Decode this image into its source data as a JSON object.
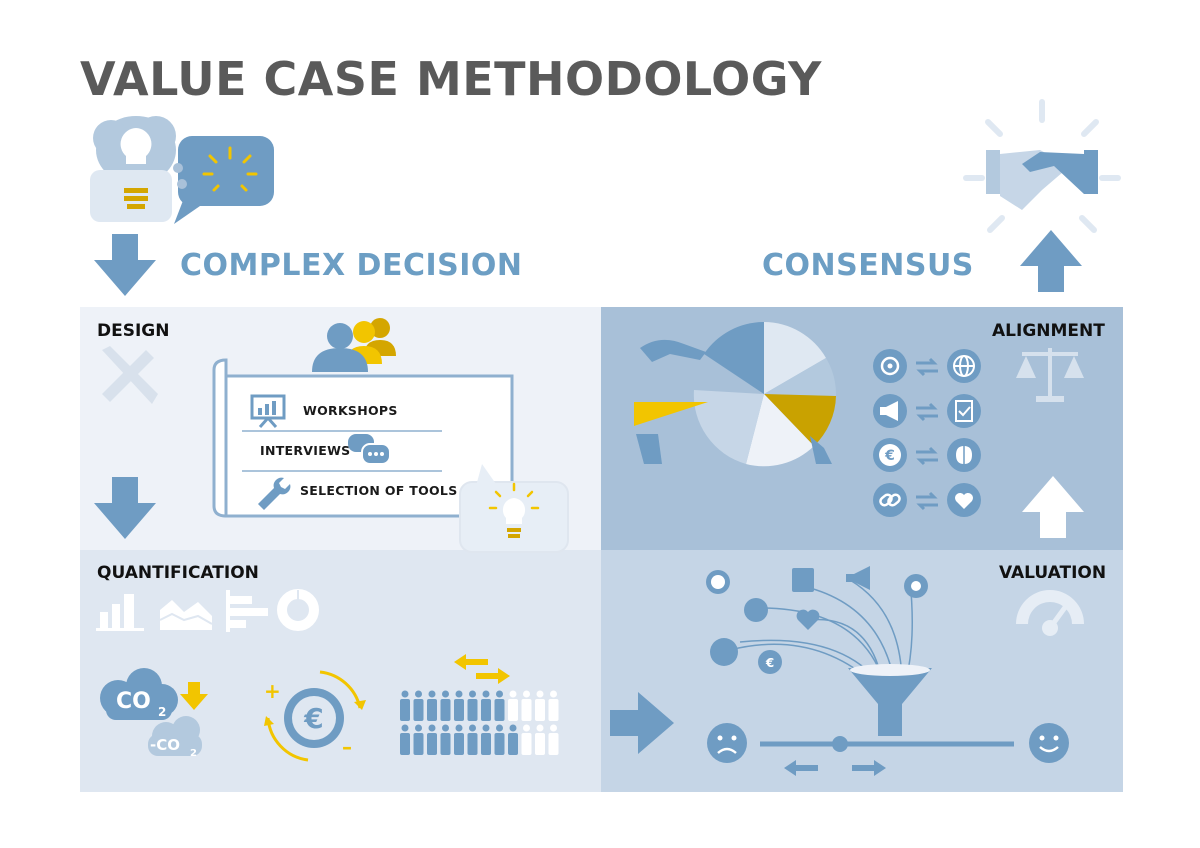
{
  "title": "VALUE CASE METHODOLOGY",
  "headlines": {
    "complex_decision": "COMPLEX DECISION",
    "consensus": "CONSENSUS"
  },
  "quadrants": {
    "design": {
      "label": "DESIGN",
      "steps": [
        "WORKSHOPS",
        "INTERVIEWS",
        "SELECTION OF TOOLS"
      ]
    },
    "alignment": {
      "label": "ALIGNMENT"
    },
    "quantification": {
      "label": "QUANTIFICATION"
    },
    "valuation": {
      "label": "VALUATION"
    }
  },
  "icon_text": {
    "co2_plus": "CO",
    "co2_minus": "-CO",
    "co2_sub": "2",
    "euro": "€",
    "plus": "+",
    "minus": "–"
  },
  "colors": {
    "title_gray": "#5a5a5a",
    "accent_blue": "#6c9ec4",
    "icon_blue": "#6f9cc3",
    "gold": "#f2c500",
    "dark_gold": "#c9a200",
    "design_bg": "#eef2f8",
    "alignment_bg": "#a8c0d8",
    "quantification_bg": "#dfe7f1",
    "valuation_bg": "#c5d5e6"
  },
  "icons": [
    "lightbulb-icon",
    "speech-bubble-icon",
    "handshake-icon",
    "ruler-pencil-icon",
    "people-icon",
    "presentation-icon",
    "chat-icon",
    "wrench-icon",
    "pie-chart-icon",
    "target-icon",
    "globe-icon",
    "megaphone-icon",
    "checklist-icon",
    "euro-icon",
    "brain-icon",
    "link-icon",
    "heart-icon",
    "scale-icon",
    "bar-chart-icon",
    "area-chart-icon",
    "bar-horizontal-icon",
    "donut-icon",
    "co2-cloud-icon",
    "euro-cycle-icon",
    "population-icon",
    "clock-icon",
    "funnel-icon",
    "sad-face-icon",
    "happy-face-icon",
    "gauge-icon"
  ]
}
